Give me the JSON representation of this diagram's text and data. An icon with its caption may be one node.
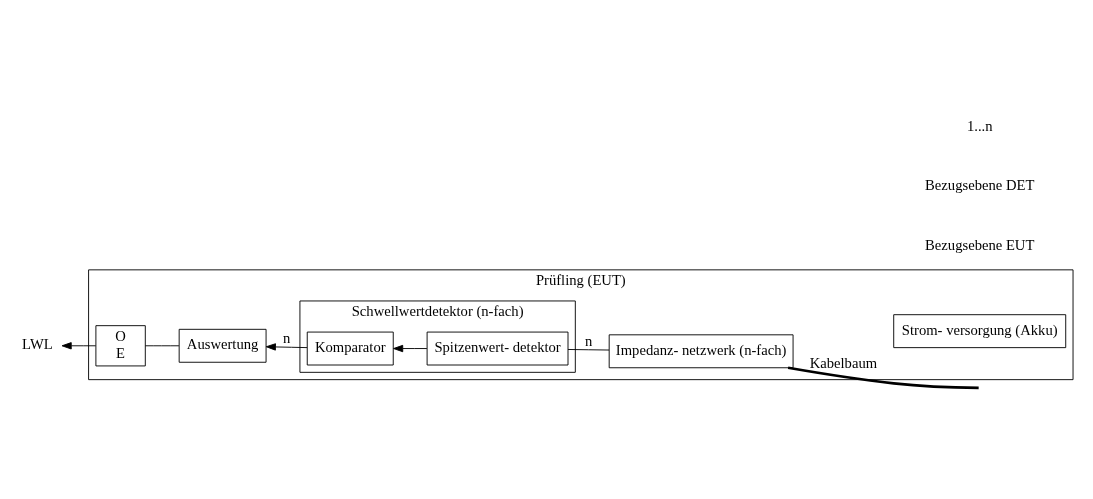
{
  "diagram": {
    "nodes": [
      {
        "text": [
          "Prüfling (EUT)"
        ]
      },
      {
        "text": [
          "Schwellwertdetektor (n-fach)"
        ],
        "in": 0
      },
      {
        "text": [
          "Komparator"
        ],
        "in": 1
      },
      {
        "text": [
          "Spitzenwert- detektor"
        ],
        "in": 1
      },
      {
        "text": [
          "Impedanz- netzwerk (n-fach)"
        ],
        "in": 0
      },
      {
        "text": [
          "O",
          "E"
        ],
        "in": 0
      },
      {
        "text": [
          "Auswertung"
        ],
        "in": 0
      },
      {
        "text": [
          "Strom- versorgung (Akku)"
        ],
        "in": 0
      },
      {
        "text": [
          "LWL"
        ]
      }
    ],
    "edges": [
      {
        "from": 3,
        "to": 2,
        "arrow": "to"
      },
      {
        "from": 4,
        "to": 3,
        "arrow": "none",
        "label": "n"
      },
      {
        "from": 2,
        "to": 6,
        "arrow": "to",
        "label": "n"
      },
      {
        "from": 6,
        "to": 5,
        "arrow": "none"
      },
      {
        "from": 5,
        "to": 8,
        "arrow": "to"
      },
      {
        "from": 4,
        "to": null,
        "arrow": "none",
        "label": "Kabelbaum",
        "style": "thick"
      }
    ],
    "labels": [
      "Bezugsebene EUT",
      "Bezugsebene DET",
      "1...n"
    ]
  }
}
